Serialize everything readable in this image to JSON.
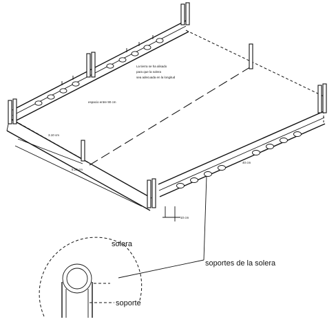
{
  "labels": {
    "solera": "solera",
    "soportes": "soportes de la solera",
    "soporte": "soporte"
  },
  "small_texts": {
    "note_line1": "La tierra se ha alisado",
    "note_line2": "para que la solera",
    "note_line3": "sea adecuada en la longitud",
    "hole_spacing": "espacio entre 90 cm",
    "dim_a": "3.10 cm",
    "dim_b": "5.20 cm",
    "dim_c": "10 cm",
    "dim_d": "40 cm"
  },
  "icons": {
    "post": "stake-post-icon",
    "hole": "hole-icon"
  },
  "colors": {
    "ink": "#111111",
    "paper": "#ffffff"
  }
}
